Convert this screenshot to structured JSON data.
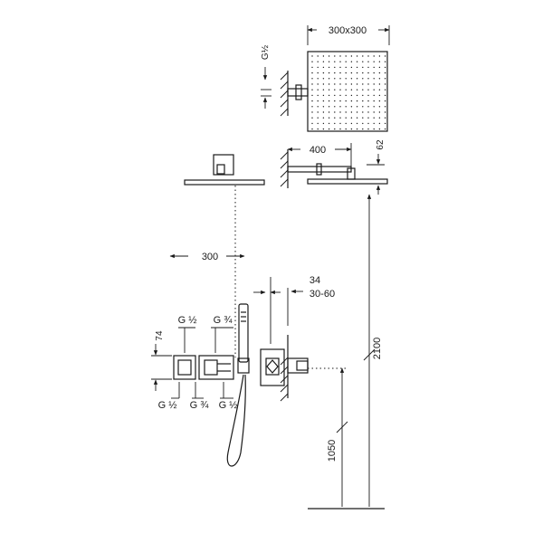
{
  "dimensions": {
    "head_size": "300x300",
    "g_half_top": "G½",
    "arm_length": "400",
    "head_thickness": "62",
    "head_offset": "300",
    "dim_34": "34",
    "dim_30_60": "30-60",
    "height_2100": "2100",
    "height_1050": "1050",
    "dim_74": "74",
    "upper_left_thread": "G ½",
    "upper_right_thread": "G ¾",
    "lower_left_thread": "G ½",
    "lower_mid_thread": "G ¾",
    "lower_right_thread": "G ½"
  }
}
